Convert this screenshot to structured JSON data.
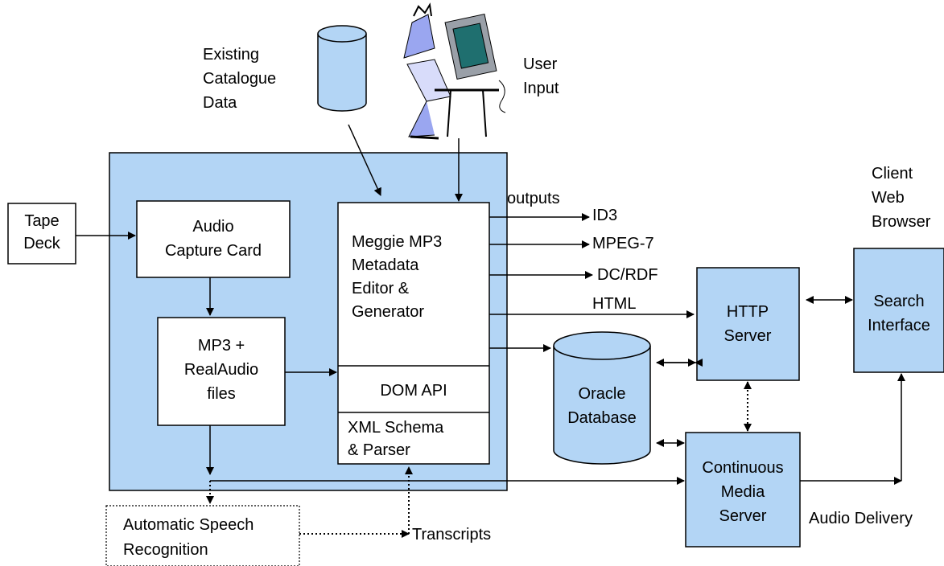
{
  "labels": {
    "existing_catalogue": [
      "Existing",
      "Catalogue",
      "Data"
    ],
    "user_input": [
      "User",
      "Input"
    ],
    "client_web_browser": [
      "Client",
      "Web",
      "Browser"
    ],
    "tape_deck": [
      "Tape",
      "Deck"
    ],
    "audio_capture": [
      "Audio",
      "Capture Card"
    ],
    "mp3_files": [
      "MP3 +",
      "RealAudio",
      "files"
    ],
    "meggie": [
      "Meggie MP3",
      "Metadata",
      "Editor &",
      "Generator"
    ],
    "dom_api": "DOM API",
    "xml_schema": [
      "XML Schema",
      "& Parser"
    ],
    "outputs": "outputs",
    "id3": "ID3",
    "mpeg7": "MPEG-7",
    "dcrdf": "DC/RDF",
    "html": "HTML",
    "http_server": [
      "HTTP",
      "Server"
    ],
    "search_interface": [
      "Search",
      "Interface"
    ],
    "oracle_db": [
      "Oracle",
      "Database"
    ],
    "cms": [
      "Continuous",
      "Media",
      "Server"
    ],
    "audio_delivery": "Audio Delivery",
    "asr": [
      "Automatic Speech",
      "Recognition"
    ],
    "transcripts": "Transcripts"
  },
  "colors": {
    "box_fill": "#b3d5f5",
    "line": "#000000"
  }
}
